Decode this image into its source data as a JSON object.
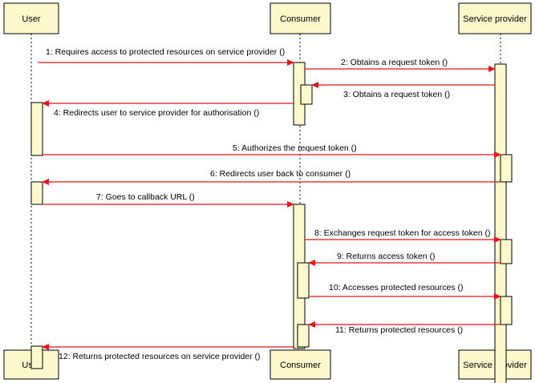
{
  "diagram": {
    "colors": {
      "box_fill": "#fdf9cc",
      "box_stroke": "#000000",
      "message": "#e8141c",
      "lifeline": "#000000"
    },
    "participants": [
      {
        "id": "user",
        "name": "User"
      },
      {
        "id": "consumer",
        "name": "Consumer"
      },
      {
        "id": "provider",
        "name": "Service provider"
      }
    ],
    "messages": [
      {
        "n": 1,
        "from": "user",
        "to": "consumer",
        "text": "1: Requires access to protected resources on service provider ()"
      },
      {
        "n": 2,
        "from": "consumer",
        "to": "provider",
        "text": "2: Obtains a request token ()"
      },
      {
        "n": 3,
        "from": "provider",
        "to": "consumer",
        "text": "3: Obtains a request token ()"
      },
      {
        "n": 4,
        "from": "consumer",
        "to": "user",
        "text": "4: Redirects user to service provider for authorisation ()"
      },
      {
        "n": 5,
        "from": "user",
        "to": "provider",
        "text": "5: Authorizes the request token ()"
      },
      {
        "n": 6,
        "from": "provider",
        "to": "user",
        "text": "6: Redirects user back to consumer ()"
      },
      {
        "n": 7,
        "from": "user",
        "to": "consumer",
        "text": "7: Goes to callback URL ()"
      },
      {
        "n": 8,
        "from": "consumer",
        "to": "provider",
        "text": "8: Exchanges request token for access token ()"
      },
      {
        "n": 9,
        "from": "provider",
        "to": "consumer",
        "text": "9: Returns access token ()"
      },
      {
        "n": 10,
        "from": "consumer",
        "to": "provider",
        "text": "10: Accesses protected resources ()"
      },
      {
        "n": 11,
        "from": "provider",
        "to": "consumer",
        "text": "11: Returns protected resources ()"
      },
      {
        "n": 12,
        "from": "consumer",
        "to": "user",
        "text": "12: Returns protected resources on service provider ()"
      }
    ]
  }
}
